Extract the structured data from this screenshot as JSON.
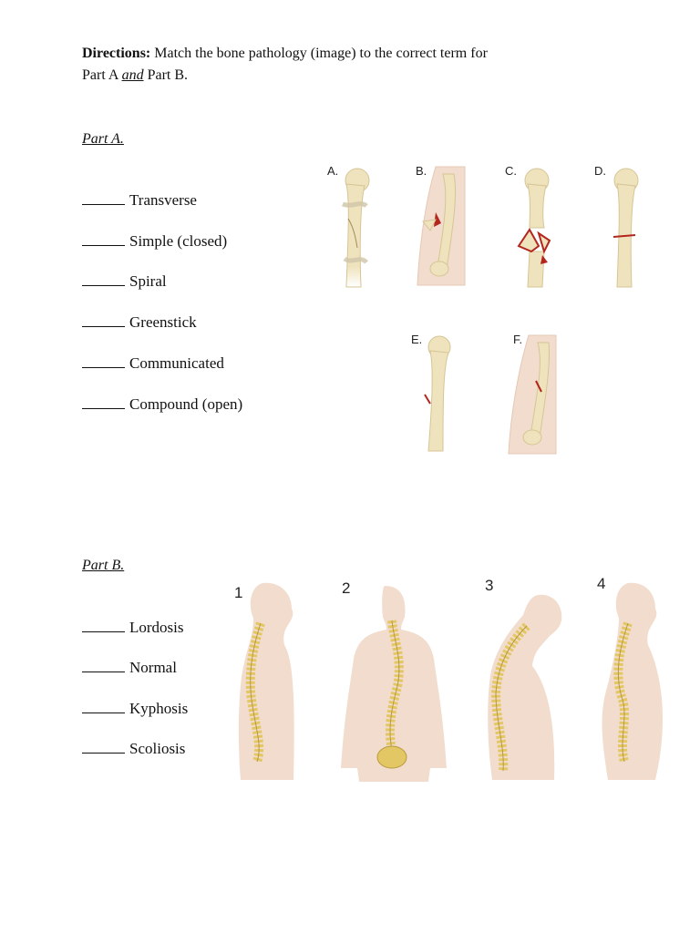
{
  "directions": {
    "label": "Directions:",
    "text_line1": " Match the bone pathology (image) to the correct term for",
    "text_line2_a": "Part A ",
    "text_line2_and": "and",
    "text_line2_b": " Part B."
  },
  "partA": {
    "heading": "Part A.",
    "items": [
      "Transverse",
      "Simple (closed)",
      "Spiral",
      "Greenstick",
      "Communicated",
      "Compound (open)"
    ],
    "figure_labels": [
      "A.",
      "B.",
      "C.",
      "D.",
      "E.",
      "F."
    ]
  },
  "partB": {
    "heading": "Part B.",
    "items": [
      "Lordosis",
      "Normal",
      "Kyphosis",
      "Scoliosis"
    ],
    "figure_labels": [
      "1",
      "2",
      "3",
      "4"
    ]
  },
  "colors": {
    "bone": "#efe3bd",
    "bone_shade": "#d6c595",
    "skin": "#f2dccd",
    "skin_shade": "#e6c8b5",
    "fracture": "#b3261e",
    "spine": "#e3c765"
  }
}
